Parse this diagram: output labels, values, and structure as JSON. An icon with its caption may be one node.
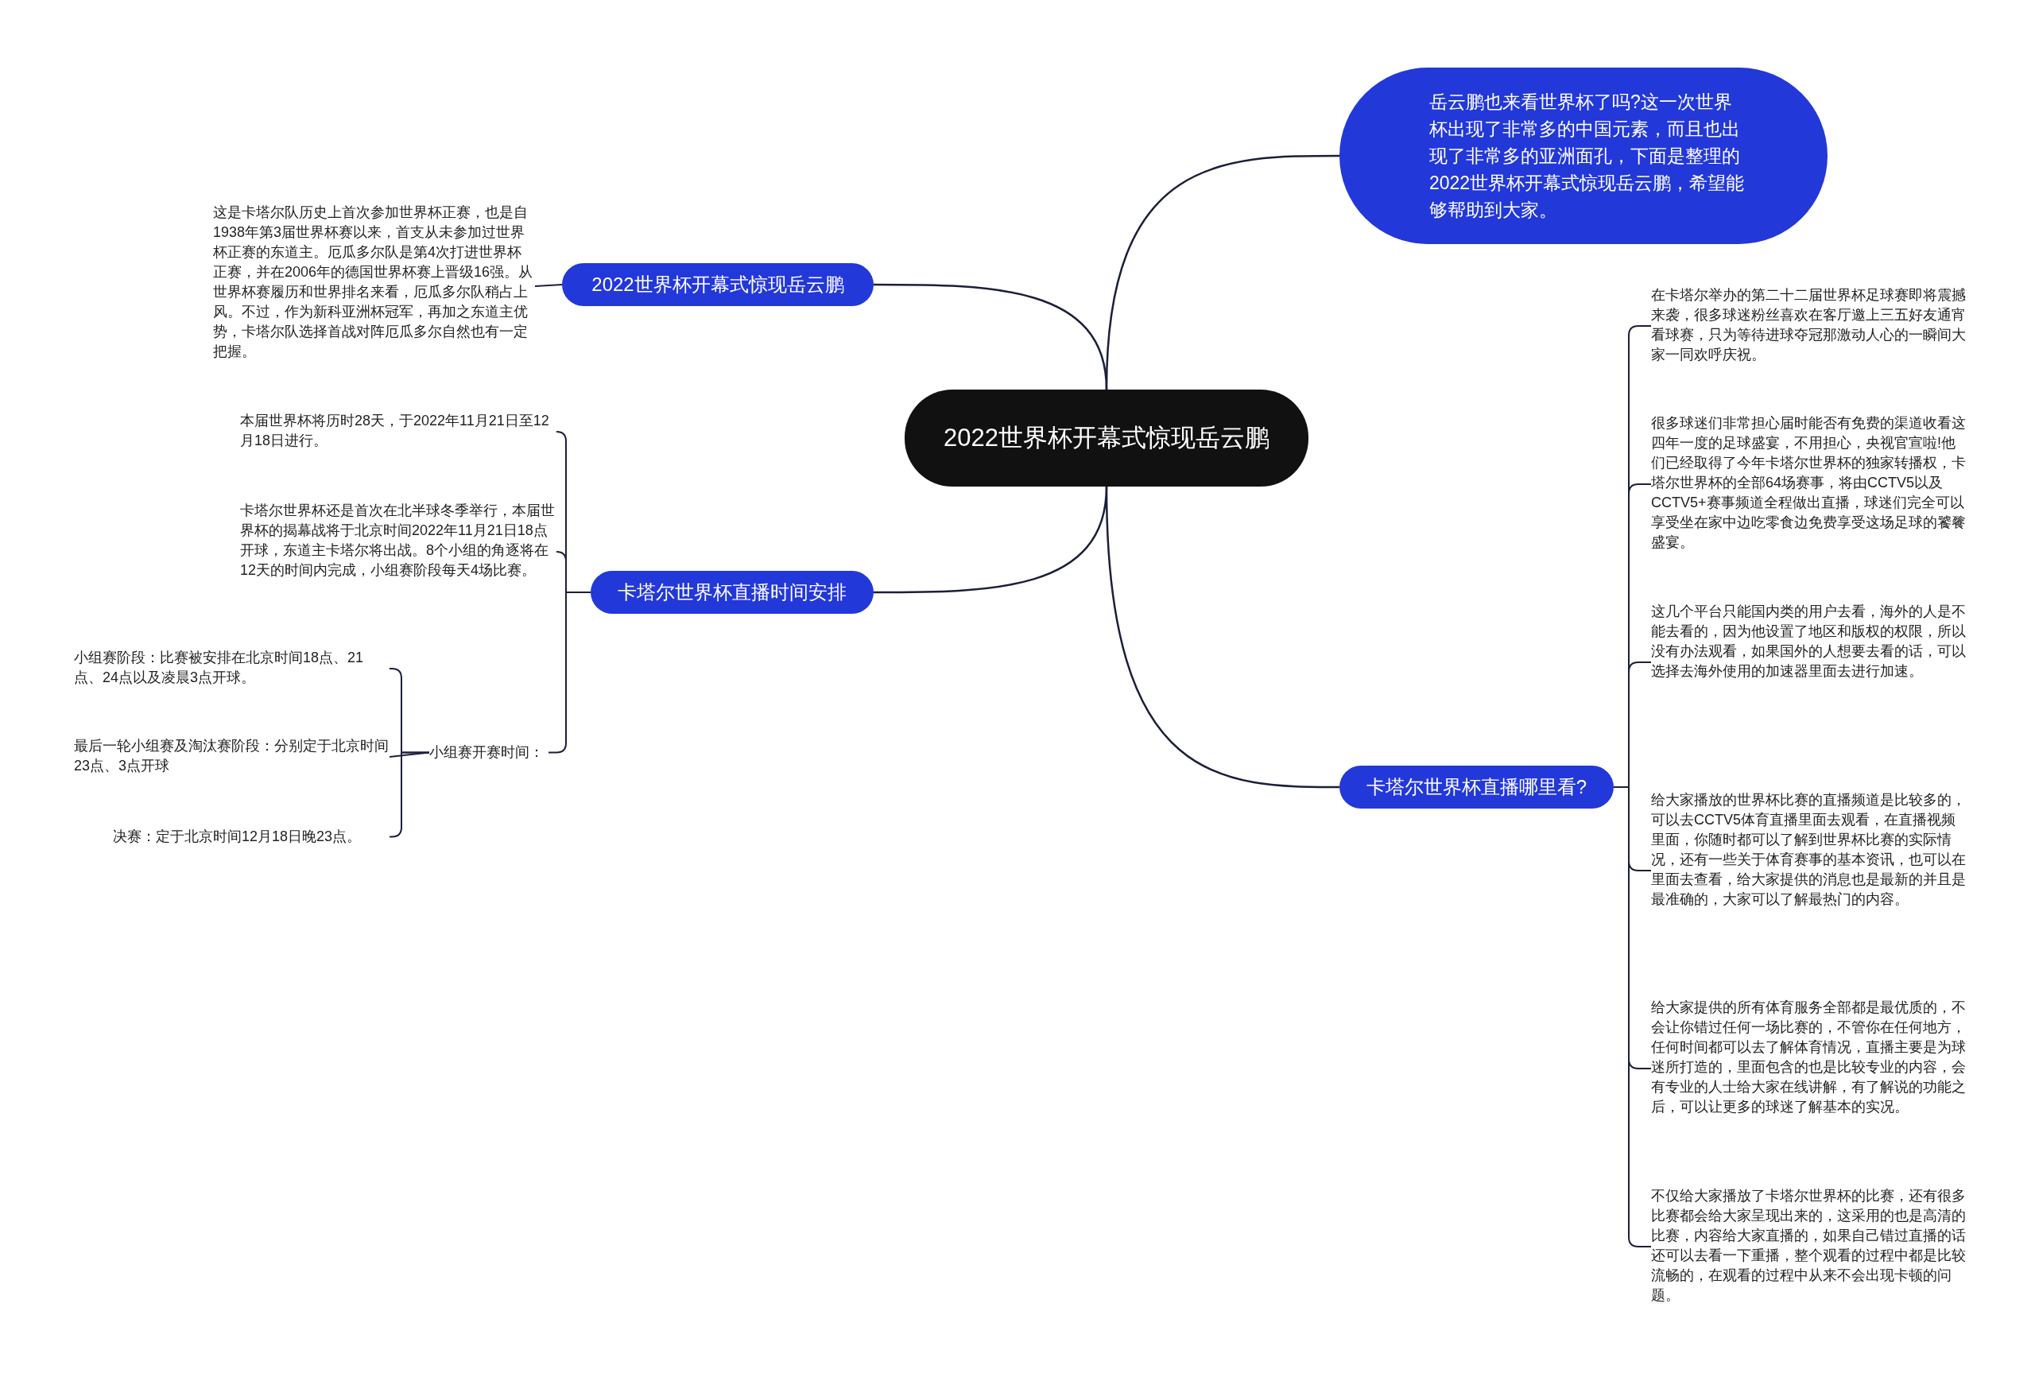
{
  "diagram": {
    "nodes": [
      {
        "text": [
          "2022世界杯开幕式惊现岳云鹏"
        ]
      },
      {
        "text": [
          "岳云鹏也来看世界杯了吗?这一次世界杯出现了非常多的中国元素，而且也出现了非常多的亚洲面孔，下面是整理的2022世界杯开幕式惊现岳云鹏，希望能够帮助到大家。"
        ]
      },
      {
        "text": [
          "2022世界杯开幕式惊现岳云鹏"
        ]
      },
      {
        "text": [
          "这是卡塔尔队历史上首次参加世界杯正赛，也是自1938年第3届世界杯赛以来，首支从未参加过世界杯正赛的东道主。厄瓜多尔队是第4次打进世界杯正赛，并在2006年的德国世界杯赛上晋级16强。从世界杯赛履历和世界排名来看，厄瓜多尔队稍占上风。不过，作为新科亚洲杯冠军，再加之东道主优势，卡塔尔队选择首战对阵厄瓜多尔自然也有一定把握。"
        ]
      },
      {
        "text": [
          "卡塔尔世界杯直播时间安排"
        ]
      },
      {
        "text": [
          "本届世界杯将历时28天，于2022年11月21日至12月18日进行。"
        ]
      },
      {
        "text": [
          "卡塔尔世界杯还是首次在北半球冬季举行，本届世界杯的揭幕战将于北京时间2022年11月21日18点开球，东道主卡塔尔将出战。8个小组的角逐将在12天的时间内完成，小组赛阶段每天4场比赛。"
        ]
      },
      {
        "text": [
          "小组赛开赛时间："
        ]
      },
      {
        "text": [
          "小组赛阶段：比赛被安排在北京时间18点、21点、24点以及凌晨3点开球。"
        ]
      },
      {
        "text": [
          "最后一轮小组赛及淘汰赛阶段：分别定于北京时间23点、3点开球"
        ]
      },
      {
        "text": [
          "决赛：定于北京时间12月18日晚23点。"
        ]
      },
      {
        "text": [
          "卡塔尔世界杯直播哪里看?"
        ]
      },
      {
        "text": [
          "在卡塔尔举办的第二十二届世界杯足球赛即将震撼来袭，很多球迷粉丝喜欢在客厅邀上三五好友通宵看球赛，只为等待进球夺冠那激动人心的一瞬间大家一同欢呼庆祝。"
        ]
      },
      {
        "text": [
          "很多球迷们非常担心届时能否有免费的渠道收看这四年一度的足球盛宴，不用担心，央视官宣啦!他们已经取得了今年卡塔尔世界杯的独家转播权，卡塔尔世界杯的全部64场赛事，将由CCTV5以及CCTV5+赛事频道全程做出直播，球迷们完全可以享受坐在家中边吃零食边免费享受这场足球的饕餮盛宴。"
        ]
      },
      {
        "text": [
          "这几个平台只能国内类的用户去看，海外的人是不能去看的，因为他设置了地区和版权的权限，所以没有办法观看，如果国外的人想要去看的话，可以选择去海外使用的加速器里面去进行加速。"
        ]
      },
      {
        "text": [
          "给大家播放的世界杯比赛的直播频道是比较多的，可以去CCTV5体育直播里面去观看，在直播视频里面，你随时都可以了解到世界杯比赛的实际情况，还有一些关于体育赛事的基本资讯，也可以在里面去查看，给大家提供的消息也是最新的并且是最准确的，大家可以了解最热门的内容。"
        ]
      },
      {
        "text": [
          "给大家提供的所有体育服务全部都是最优质的，不会让你错过任何一场比赛的，不管你在任何地方，任何时间都可以去了解体育情况，直播主要是为球迷所打造的，里面包含的也是比较专业的内容，会有专业的人士给大家在线讲解，有了解说的功能之后，可以让更多的球迷了解基本的实况。"
        ]
      },
      {
        "text": [
          "不仅给大家播放了卡塔尔世界杯的比赛，还有很多比赛都会给大家呈现出来的，这采用的也是高清的比赛，内容给大家直播的，如果自己错过直播的话还可以去看一下重播，整个观看的过程中都是比较流畅的，在观看的过程中从来不会出现卡顿的问题。"
        ]
      }
    ],
    "edges": [
      {
        "from": 0,
        "to": 1,
        "arrow": "none"
      },
      {
        "from": 0,
        "to": 2,
        "arrow": "none"
      },
      {
        "from": 2,
        "to": 3,
        "arrow": "none"
      },
      {
        "from": 0,
        "to": 4,
        "arrow": "none"
      },
      {
        "from": 4,
        "to": 5,
        "arrow": "none"
      },
      {
        "from": 4,
        "to": 6,
        "arrow": "none"
      },
      {
        "from": 4,
        "to": 7,
        "arrow": "none"
      },
      {
        "from": 7,
        "to": 8,
        "arrow": "none"
      },
      {
        "from": 7,
        "to": 9,
        "arrow": "none"
      },
      {
        "from": 7,
        "to": 10,
        "arrow": "none"
      },
      {
        "from": 0,
        "to": 11,
        "arrow": "none"
      },
      {
        "from": 11,
        "to": 12,
        "arrow": "none"
      },
      {
        "from": 11,
        "to": 13,
        "arrow": "none"
      },
      {
        "from": 11,
        "to": 14,
        "arrow": "none"
      },
      {
        "from": 11,
        "to": 15,
        "arrow": "none"
      },
      {
        "from": 11,
        "to": 16,
        "arrow": "none"
      },
      {
        "from": 11,
        "to": 17,
        "arrow": "none"
      }
    ]
  }
}
